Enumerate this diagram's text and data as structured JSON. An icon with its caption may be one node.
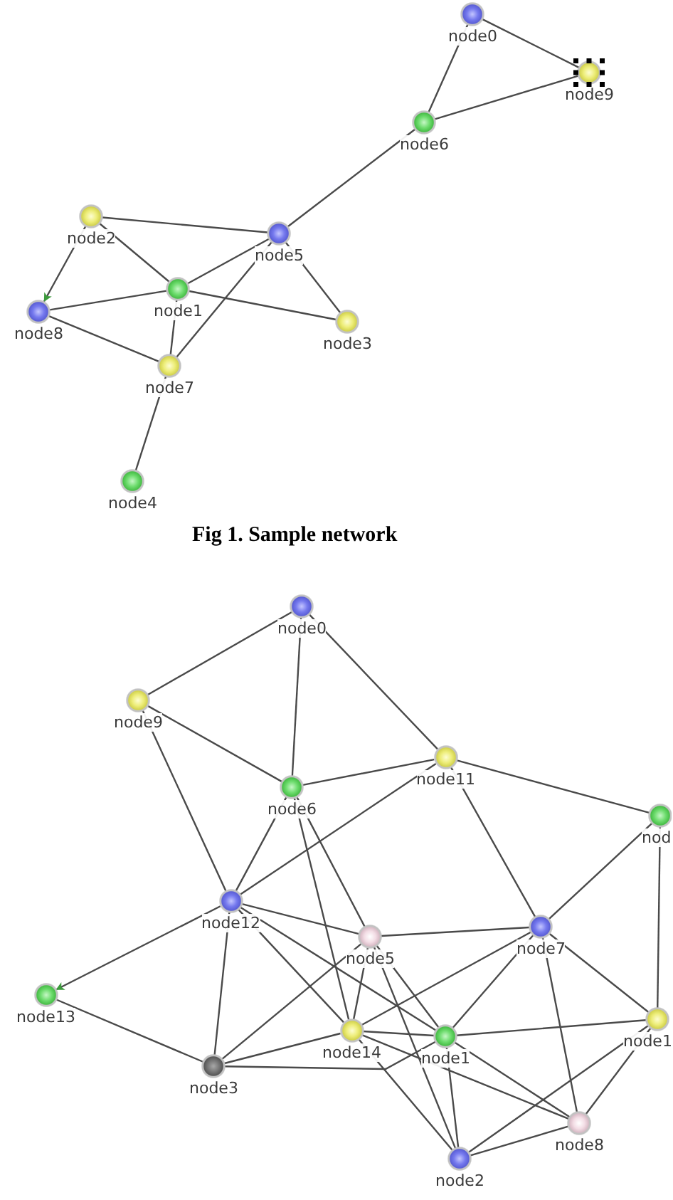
{
  "diagram": {
    "caption": "Fig 1. Sample network",
    "nodes": [
      {
        "text": [
          "node0"
        ]
      },
      {
        "text": [
          "node9"
        ]
      },
      {
        "text": [
          "node6"
        ]
      },
      {
        "text": [
          "node2"
        ]
      },
      {
        "text": [
          "node5"
        ]
      },
      {
        "text": [
          "node1"
        ]
      },
      {
        "text": [
          "node8"
        ]
      },
      {
        "text": [
          "node3"
        ]
      },
      {
        "text": [
          "node7"
        ]
      },
      {
        "text": [
          "node4"
        ]
      },
      {
        "text": [
          "node0"
        ]
      },
      {
        "text": [
          "node9"
        ]
      },
      {
        "text": [
          "node11"
        ]
      },
      {
        "text": [
          "node6"
        ]
      },
      {
        "text": [
          "nod"
        ]
      },
      {
        "text": [
          "node12"
        ]
      },
      {
        "text": [
          "node5"
        ]
      },
      {
        "text": [
          "node7"
        ]
      },
      {
        "text": [
          "node13"
        ]
      },
      {
        "text": [
          "node14"
        ]
      },
      {
        "text": [
          "node1"
        ]
      },
      {
        "text": [
          "node1"
        ]
      },
      {
        "text": [
          "node3"
        ]
      },
      {
        "text": [
          "node8"
        ]
      },
      {
        "text": [
          "node2"
        ]
      }
    ],
    "edges": [
      {
        "from": 0,
        "to": 2,
        "arrow": "none"
      },
      {
        "from": 0,
        "to": 1,
        "arrow": "none"
      },
      {
        "from": 2,
        "to": 1,
        "arrow": "none"
      },
      {
        "from": 2,
        "to": 4,
        "arrow": "none"
      },
      {
        "from": 3,
        "to": 4,
        "arrow": "none"
      },
      {
        "from": 3,
        "to": 5,
        "arrow": "none"
      },
      {
        "from": 3,
        "to": 6,
        "arrow": "to"
      },
      {
        "from": 4,
        "to": 5,
        "arrow": "none"
      },
      {
        "from": 4,
        "to": 7,
        "arrow": "none"
      },
      {
        "from": 4,
        "to": 8,
        "arrow": "none"
      },
      {
        "from": 6,
        "to": 5,
        "arrow": "none"
      },
      {
        "from": 6,
        "to": 8,
        "arrow": "none"
      },
      {
        "from": 5,
        "to": 7,
        "arrow": "none"
      },
      {
        "from": 5,
        "to": 8,
        "arrow": "none"
      },
      {
        "from": 8,
        "to": 9,
        "arrow": "none"
      },
      {
        "from": 10,
        "to": 11,
        "arrow": "none"
      },
      {
        "from": 10,
        "to": 13,
        "arrow": "none"
      },
      {
        "from": 10,
        "to": 12,
        "arrow": "none"
      },
      {
        "from": 11,
        "to": 13,
        "arrow": "none"
      },
      {
        "from": 11,
        "to": 15,
        "arrow": "none"
      },
      {
        "from": 12,
        "to": 13,
        "arrow": "none"
      },
      {
        "from": 12,
        "to": 14,
        "arrow": "none"
      },
      {
        "from": 12,
        "to": 15,
        "arrow": "none"
      },
      {
        "from": 12,
        "to": 17,
        "arrow": "none"
      },
      {
        "from": 13,
        "to": 15,
        "arrow": "none"
      },
      {
        "from": 13,
        "to": 19,
        "arrow": "none"
      },
      {
        "from": 13,
        "to": 16,
        "arrow": "none"
      },
      {
        "from": 14,
        "to": 17,
        "arrow": "none"
      },
      {
        "from": 14,
        "to": 21,
        "arrow": "none"
      },
      {
        "from": 15,
        "to": 18,
        "arrow": "to"
      },
      {
        "from": 15,
        "to": 22,
        "arrow": "none"
      },
      {
        "from": 15,
        "to": 16,
        "arrow": "none"
      },
      {
        "from": 15,
        "to": 19,
        "arrow": "none"
      },
      {
        "from": 15,
        "to": 20,
        "arrow": "none"
      },
      {
        "from": 16,
        "to": 17,
        "arrow": "none"
      },
      {
        "from": 16,
        "to": 19,
        "arrow": "none"
      },
      {
        "from": 16,
        "to": 22,
        "arrow": "none"
      },
      {
        "from": 16,
        "to": 20,
        "arrow": "none"
      },
      {
        "from": 16,
        "to": 24,
        "arrow": "none"
      },
      {
        "from": 17,
        "to": 19,
        "arrow": "none"
      },
      {
        "from": 17,
        "to": 20,
        "arrow": "none"
      },
      {
        "from": 17,
        "to": 21,
        "arrow": "none"
      },
      {
        "from": 17,
        "to": 23,
        "arrow": "none"
      },
      {
        "from": 18,
        "to": 22,
        "arrow": "none"
      },
      {
        "from": 19,
        "to": 22,
        "arrow": "none"
      },
      {
        "from": 19,
        "to": 20,
        "arrow": "none"
      },
      {
        "from": 19,
        "to": 24,
        "arrow": "none"
      },
      {
        "from": 19,
        "to": 23,
        "arrow": "none"
      },
      {
        "from": 20,
        "to": 22,
        "arrow": "none"
      },
      {
        "from": 20,
        "to": 21,
        "arrow": "none"
      },
      {
        "from": 20,
        "to": 24,
        "arrow": "none"
      },
      {
        "from": 20,
        "to": 23,
        "arrow": "none"
      },
      {
        "from": 21,
        "to": 24,
        "arrow": "none"
      },
      {
        "from": 21,
        "to": 23,
        "arrow": "none"
      },
      {
        "from": 23,
        "to": 24,
        "arrow": "none"
      }
    ]
  }
}
